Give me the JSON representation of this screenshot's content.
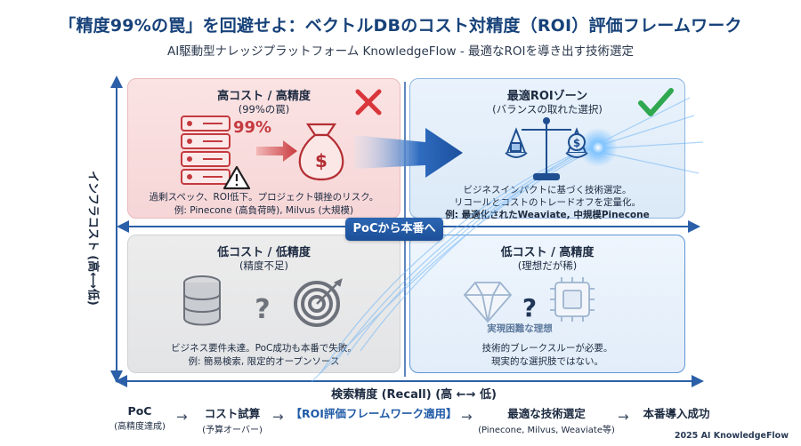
{
  "header": {
    "title": "「精度99%の罠」を回避せよ：ベクトルDBのコスト対精度（ROI）評価フレームワーク",
    "subtitle": "AI駆動型ナレッジプラットフォーム KnowledgeFlow - 最適なROIを導き出す技術選定"
  },
  "axes": {
    "y_label": "インフラコスト (高⟷低)",
    "x_label": "検索精度 (Recall) (高 ←→ 低)"
  },
  "quadrants": {
    "top_left": {
      "heading": "高コスト / 高精度",
      "sub": "(99%の罠)",
      "icon_text": "99%",
      "desc_line1": "過剰スペック、ROI低下。プロジェクト頓挫のリスク。",
      "desc_line2": "例: Pinecone (高負荷時), Milvus (大規模)"
    },
    "top_right": {
      "heading": "最適ROIゾーン",
      "sub": "(バランスの取れた選択)",
      "desc_line1": "ビジネスインパクトに基づく技術選定。",
      "desc_line2": "リコールとコストのトレードオフを定量化。",
      "desc_line3": "例: 最適化されたWeaviate, 中規模Pinecone"
    },
    "bottom_left": {
      "heading": "低コスト / 低精度",
      "sub": "(精度不足)",
      "desc_line1": "ビジネス要件未達。PoC成功も本番で失敗。",
      "desc_line2": "例: 簡易検索, 限定的オープンソース"
    },
    "bottom_right": {
      "heading": "低コスト / 高精度",
      "sub": "(理想だが稀)",
      "caption": "実現困難な理想",
      "desc_line1": "技術的ブレークスルーが必要。",
      "desc_line2": "現実的な選択肢ではない。"
    }
  },
  "badge": {
    "label": "PoCから本番へ"
  },
  "flow": {
    "steps": [
      {
        "label": "PoC",
        "sub": "(高精度達成)"
      },
      {
        "label": "コスト試算",
        "sub": "(予算オーバー)"
      },
      {
        "label": "【ROI評価フレームワーク適用】",
        "sub": ""
      },
      {
        "label": "最適な技術選定",
        "sub": "(Pinecone, Milvus, Weaviate等)"
      },
      {
        "label": "本番導入成功",
        "sub": ""
      }
    ],
    "arrow": "→"
  },
  "footer": {
    "text": "2025 AI KnowledgeFlow"
  },
  "colors": {
    "title": "#17427a",
    "danger": "#d9363b",
    "success": "#2fa84f",
    "accent": "#1f5aa6",
    "axis": "#2b5fa8"
  },
  "icons": [
    "server-stack-icon",
    "warning-icon",
    "money-bag-icon",
    "cross-mark-icon",
    "balance-scale-icon",
    "check-mark-icon",
    "database-icon",
    "question-icon",
    "target-icon",
    "diamond-icon",
    "chip-icon"
  ]
}
